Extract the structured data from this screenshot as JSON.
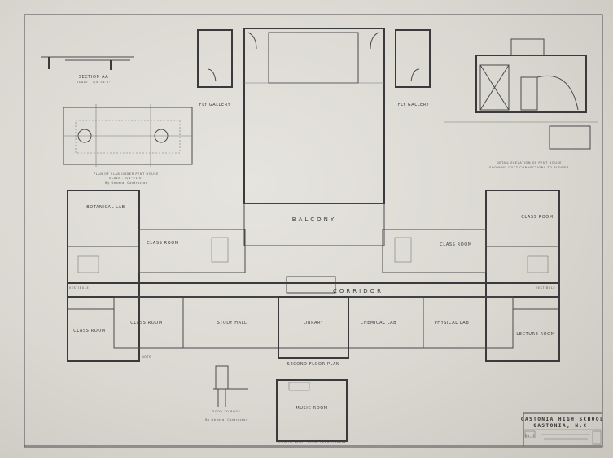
{
  "title_block": {
    "school": "GASTONIA HIGH SCHOOL",
    "city": "GASTONIA, N.C.",
    "sheet_note": "No. 3"
  },
  "details": {
    "section_aa": "SECTION AA",
    "section_aa_scale": "SCALE - 3/4\"=1'0\"",
    "slab_plan": "PLAN OF SLAB UNDER PENT HOUSE",
    "slab_scale": "SCALE - 3/4\"=1'0\"",
    "by_contractor": "By General Contractor",
    "penthouse_1": "DETAIL ELEVATION OF PENT HOUSE",
    "penthouse_2": "SHOWING DUCT CONNECTIONS TO BLOWER",
    "fly_gallery_left": "FLY GALLERY",
    "fly_gallery_right": "FLY GALLERY",
    "door_to_roof": "DOOR TO ROOF",
    "door_by": "By General Contractor"
  },
  "rooms": {
    "balcony": "BALCONY",
    "corridor": "CORRIDOR",
    "botanical_lab": "BOTANICAL LAB",
    "class_room_nw": "CLASS ROOM",
    "class_room_ne_inner": "CLASS ROOM",
    "class_room_ne": "CLASS ROOM",
    "vestibule_w": "VESTIBULE",
    "vestibule_e": "VESTIBULE",
    "class_room_sw": "CLASS ROOM",
    "class_room_s": "CLASS ROOM",
    "study_hall": "STUDY HALL",
    "library": "LIBRARY",
    "chemical_lab": "CHEMICAL LAB",
    "physical_lab": "PHYSICAL LAB",
    "lecture_room": "LECTURE ROOM",
    "music_room": "MUSIC ROOM",
    "note": "NOTE"
  },
  "plans": {
    "second_floor": "SECOND FLOOR PLAN",
    "music_plan": "PLAN OF MUSIC ROOM OVER LIBRARY"
  }
}
